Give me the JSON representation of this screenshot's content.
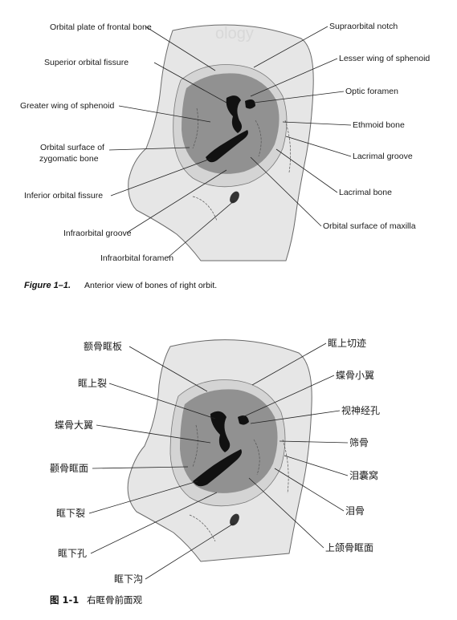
{
  "figure1": {
    "labels": {
      "orbital_plate_frontal": "Orbital plate of frontal bone",
      "superior_orbital_fissure": "Superior orbital fissure",
      "greater_wing_sphenoid": "Greater wing of sphenoid",
      "orbital_surface_zygomatic_1": "Orbital surface of",
      "orbital_surface_zygomatic_2": "zygomatic bone",
      "inferior_orbital_fissure": "Inferior orbital fissure",
      "infraorbital_groove": "Infraorbital groove",
      "infraorbital_foramen": "Infraorbital foramen",
      "supraorbital_notch": "Supraorbital notch",
      "lesser_wing_sphenoid": "Lesser wing of sphenoid",
      "optic_foramen": "Optic foramen",
      "ethmoid_bone": "Ethmoid bone",
      "lacrimal_groove": "Lacrimal groove",
      "lacrimal_bone": "Lacrimal bone",
      "orbital_surface_maxilla": "Orbital surface of maxilla"
    },
    "caption_number": "Figure 1–1.",
    "caption_text": "Anterior view of bones of right orbit."
  },
  "figure2": {
    "labels": {
      "orbital_plate_frontal": "额骨眶板",
      "superior_orbital_fissure": "眶上裂",
      "greater_wing_sphenoid": "蝶骨大翼",
      "orbital_surface_zygomatic": "颧骨眶面",
      "inferior_orbital_fissure": "眶下裂",
      "infraorbital_foramen": "眶下孔",
      "infraorbital_groove": "眶下沟",
      "supraorbital_notch": "眶上切迹",
      "lesser_wing_sphenoid": "蝶骨小翼",
      "optic_foramen": "视神经孔",
      "ethmoid_bone": "筛骨",
      "lacrimal_groove": "泪囊窝",
      "lacrimal_bone": "泪骨",
      "orbital_surface_maxilla": "上颌骨眶面"
    },
    "caption_number": "图 1-1",
    "caption_text": "右眶骨前面观"
  }
}
